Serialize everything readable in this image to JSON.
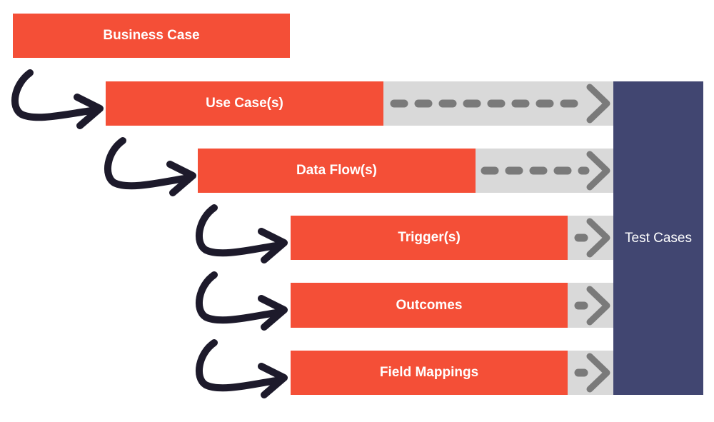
{
  "diagram": {
    "steps": [
      {
        "label": "Business Case"
      },
      {
        "label": "Use Case(s)"
      },
      {
        "label": "Data Flow(s)"
      },
      {
        "label": "Trigger(s)"
      },
      {
        "label": "Outcomes"
      },
      {
        "label": "Field Mappings"
      }
    ],
    "target": {
      "label": "Test Cases"
    },
    "colors": {
      "step_fill": "#f44f37",
      "step_text": "#ffffff",
      "track_fill": "#d9d9d9",
      "dash_color": "#7a7a7a",
      "target_fill": "#414671",
      "hook_arrow": "#1d1a2b"
    }
  }
}
